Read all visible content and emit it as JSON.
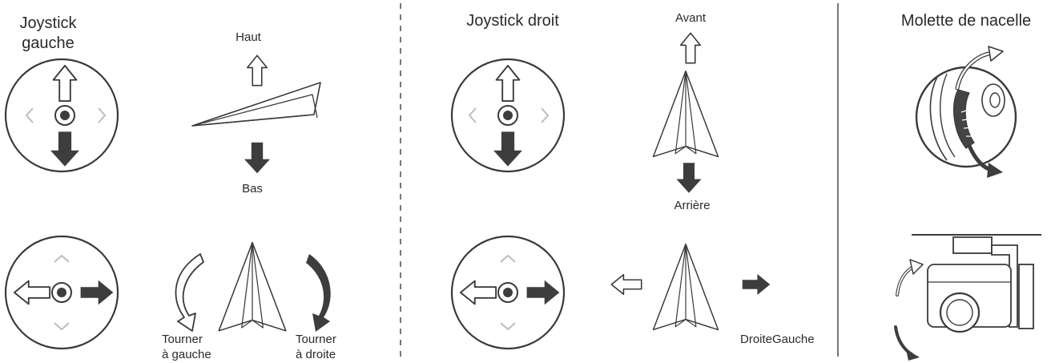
{
  "left_stick": {
    "title_line1": "Joystick",
    "title_line2": "gauche",
    "up_label": "Haut",
    "down_label": "Bas",
    "turn_left_line1": "Tourner",
    "turn_left_line2": "à gauche",
    "turn_right_line1": "Tourner",
    "turn_right_line2": "à droite"
  },
  "right_stick": {
    "title": "Joystick droit",
    "forward_label": "Avant",
    "backward_label": "Arrière",
    "lateral_label": "DroiteGauche"
  },
  "gimbal": {
    "title": "Molette de nacelle"
  },
  "colors": {
    "stroke": "#3a3a3a",
    "fill_dark": "#3d3d3d",
    "faint": "#bdbdbd",
    "divider": "#555555"
  }
}
